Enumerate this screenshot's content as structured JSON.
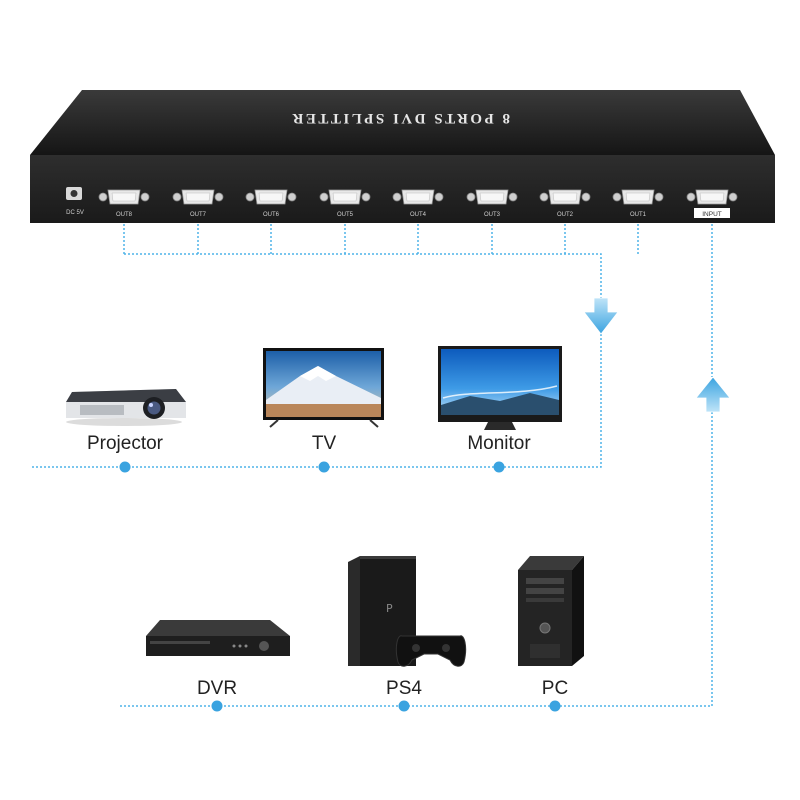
{
  "splitter": {
    "title": "8 PORTS DVI SPLITTER",
    "power_label": "DC 5V",
    "input_label": "INPUT",
    "outputs": [
      "OUT8",
      "OUT7",
      "OUT6",
      "OUT5",
      "OUT4",
      "OUT3",
      "OUT2",
      "OUT1"
    ]
  },
  "displays": [
    {
      "label": "Projector",
      "icon": "projector-icon"
    },
    {
      "label": "TV",
      "icon": "tv-icon"
    },
    {
      "label": "Monitor",
      "icon": "monitor-icon"
    }
  ],
  "sources": [
    {
      "label": "DVR",
      "icon": "dvr-icon"
    },
    {
      "label": "PS4",
      "icon": "ps4-console-icon"
    },
    {
      "label": "PC",
      "icon": "pc-tower-icon"
    }
  ],
  "colors": {
    "connector_line": "#4fb3e8",
    "arrow": "#5ab8ea",
    "device_body": "#2b2b2b",
    "device_top": "#1c1c1c"
  }
}
